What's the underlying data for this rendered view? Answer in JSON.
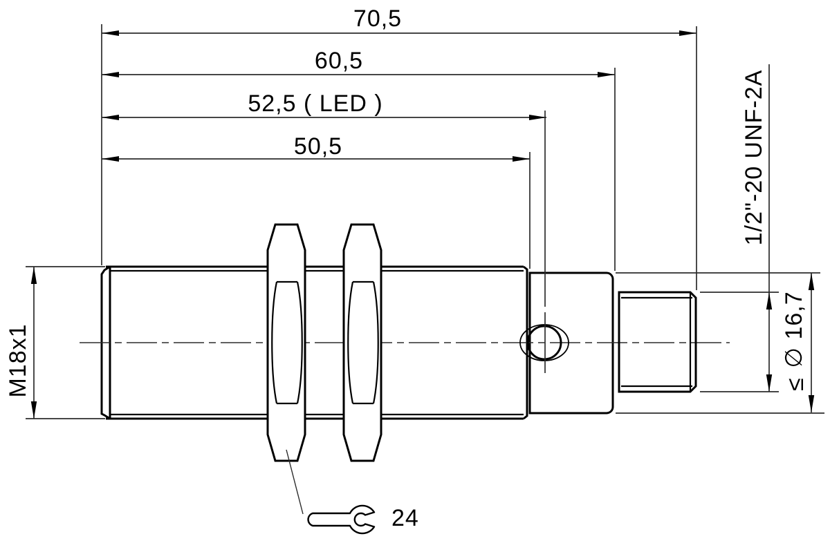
{
  "drawing": {
    "kind": "technical-dimension-drawing",
    "subject": "M18 tubular sensor with 1/2\"-20 UNF-2A connector, side view",
    "background_color": "#ffffff",
    "line_color": "#000000"
  },
  "dims": {
    "overall_length": "70,5",
    "body_length": "60,5",
    "led_position": "52,5 ( LED )",
    "barrel_length": "50,5",
    "front_thread": "M18x1",
    "connector_thread": "1/2\"-20 UNF-2A",
    "rear_diameter": "∅ 16,7",
    "rear_diameter_relation": "≤",
    "wrench_size": "24"
  }
}
